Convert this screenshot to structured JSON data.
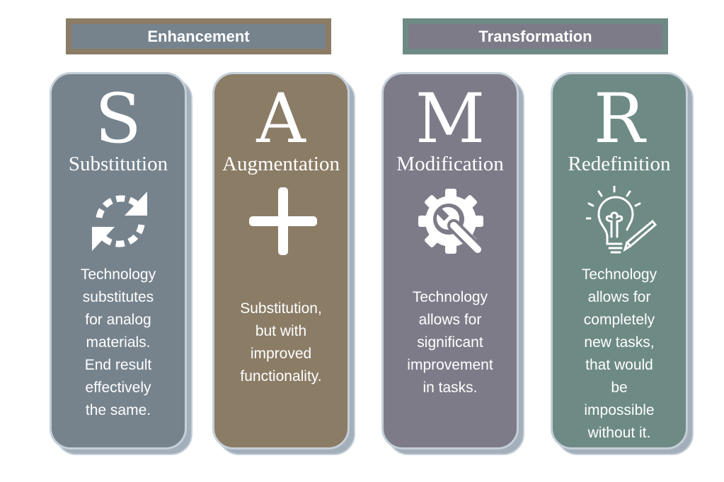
{
  "groups": [
    {
      "label": "Enhancement",
      "outer": "#8b7c66",
      "inner": "#76838d"
    },
    {
      "label": "Transformation",
      "outer": "#6e8a85",
      "inner": "#7e7b89"
    }
  ],
  "cards": [
    {
      "letter": "S",
      "word": "Substitution",
      "icon": "refresh-arrows-icon",
      "color": "#76838d",
      "body": [
        "Technology",
        "substitutes",
        "for analog",
        "materials.",
        "End result",
        "effectively",
        "the same."
      ]
    },
    {
      "letter": "A",
      "word": "Augmentation",
      "icon": "plus-icon",
      "color": "#8b7c66",
      "body": [
        "Substitution,",
        "but with",
        "improved",
        "functionality."
      ]
    },
    {
      "letter": "M",
      "word": "Modification",
      "icon": "gear-wrench-icon",
      "color": "#7e7b89",
      "body": [
        "Technology",
        "allows for",
        "significant",
        "improvement",
        "in tasks."
      ]
    },
    {
      "letter": "R",
      "word": "Redefinition",
      "icon": "lightbulb-pencil-icon",
      "color": "#6e8a85",
      "body": [
        "Technology",
        "allows for",
        "completely",
        "new tasks,",
        "that would",
        "be",
        "impossible",
        "without it."
      ]
    }
  ]
}
